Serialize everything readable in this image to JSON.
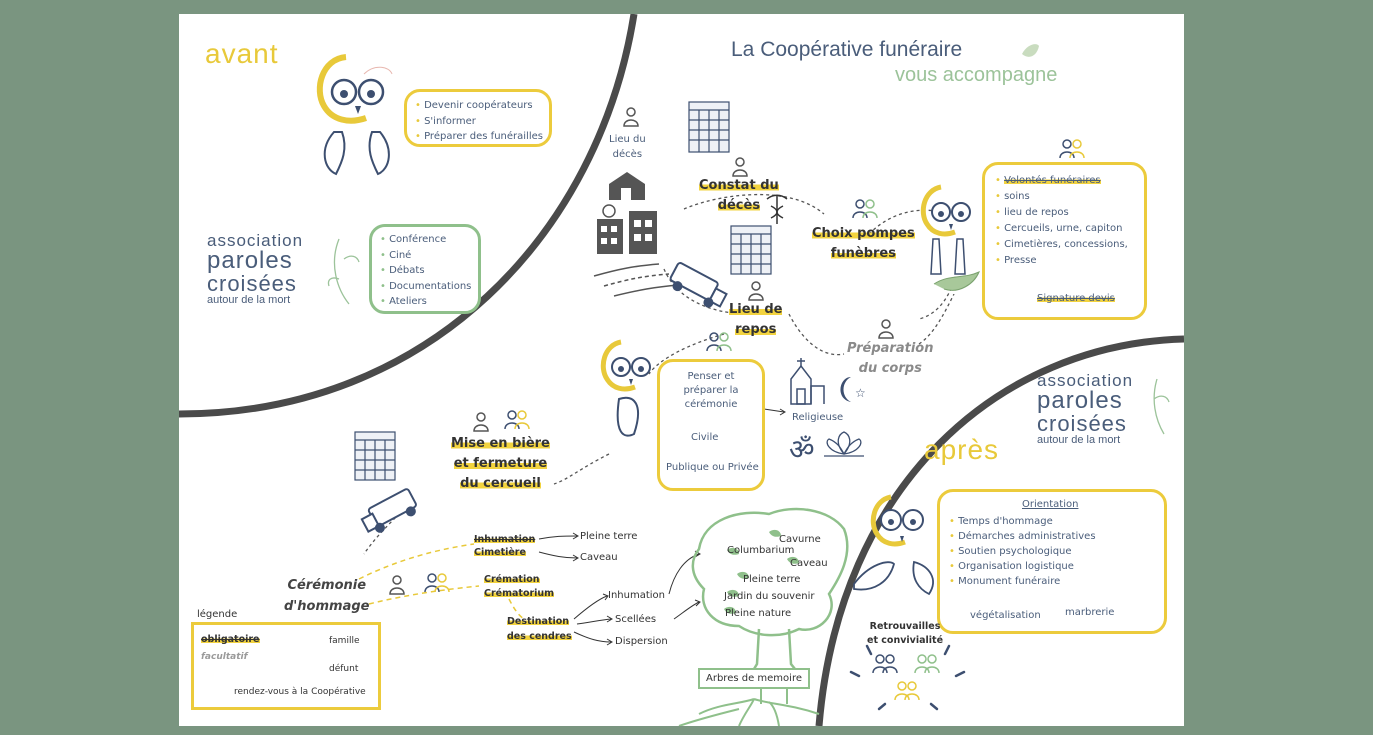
{
  "sections": {
    "avant": "avant",
    "apres": "après"
  },
  "title": {
    "line1": "La Coopérative funéraire",
    "line2": "vous accompagne"
  },
  "association": {
    "l1": "association",
    "l2": "paroles",
    "l3": "croisées",
    "l4": "autour de la mort"
  },
  "avant_box": {
    "items": [
      "Devenir coopérateurs",
      "S'informer",
      "Préparer des funérailles"
    ]
  },
  "assoc_box": {
    "items": [
      "Conférence",
      "Ciné",
      "Débats",
      "Documentations",
      "Ateliers"
    ]
  },
  "steps": {
    "lieu_deces": [
      "Lieu du",
      "décès"
    ],
    "constat": [
      "Constat du",
      "décès"
    ],
    "choix": [
      "Choix  pompes",
      "funèbres"
    ],
    "lieu_repos": [
      "Lieu de",
      "repos"
    ],
    "preparation": [
      "Préparation",
      "du corps"
    ],
    "mise_biere": [
      "Mise en bière",
      "et fermeture",
      "du cercueil"
    ],
    "ceremonie": [
      "Cérémonie",
      "d'hommage"
    ]
  },
  "choix_box": {
    "items": [
      "Volontés funéraires",
      "soins",
      "lieu de repos",
      "Cercueils, urne, capiton",
      "Cimetières, concessions,",
      "Presse"
    ],
    "signature": "Signature devis"
  },
  "ceremony_box": {
    "l1": "Penser et",
    "l2": "préparer la",
    "l3": "cérémonie",
    "civile": "Civile",
    "publique": "Publique ou Privée"
  },
  "religieuse": "Religieuse",
  "apres_box": {
    "heading": "Orientation",
    "items": [
      "Temps d'hommage",
      "Démarches administratives",
      "Soutien psychologique",
      "Organisation logistique",
      "Monument funéraire"
    ],
    "vegetalisation": "végétalisation",
    "marbrerie": "marbrerie"
  },
  "retrouvailles": [
    "Retrouvailles",
    "et convivialité"
  ],
  "branches": {
    "inhumation_cim": [
      "Inhumation",
      "Cimetière"
    ],
    "pleine_terre": "Pleine terre",
    "caveau": "Caveau",
    "cremation": [
      "Crémation",
      "Crématorium"
    ],
    "destination": [
      "Destination",
      "des cendres"
    ],
    "inhumation": "Inhumation",
    "scellees": "Scellées",
    "dispersion": "Dispersion"
  },
  "tree": {
    "cavurne": "Cavurne",
    "columbarium": "Columbarium",
    "caveau": "Caveau",
    "pleine_terre": "Pleine terre",
    "jardin": "Jardin du souvenir",
    "pleine_nature": "Pleine nature",
    "arbres": "Arbres de memoire"
  },
  "legend": {
    "title": "légende",
    "obligatoire": "obligatoire",
    "facultatif": "facultatif",
    "famille": "famille",
    "defunt": "défunt",
    "rdv": "rendez-vous à la Coopérative"
  },
  "icons": [
    "owl-icon",
    "person-icon",
    "family-icon",
    "house-icon",
    "hospital-icon",
    "calendar-icon",
    "hearse-icon",
    "caduceus-icon",
    "church-icon",
    "crescent-icon",
    "om-icon",
    "lotus-icon",
    "tree-icon",
    "bird-icon"
  ],
  "colors": {
    "yellow": "#eccb3c",
    "green": "#8fc08b",
    "navy": "#4a5d7a",
    "arc": "#4a4a4a",
    "background": "#7a9580"
  }
}
